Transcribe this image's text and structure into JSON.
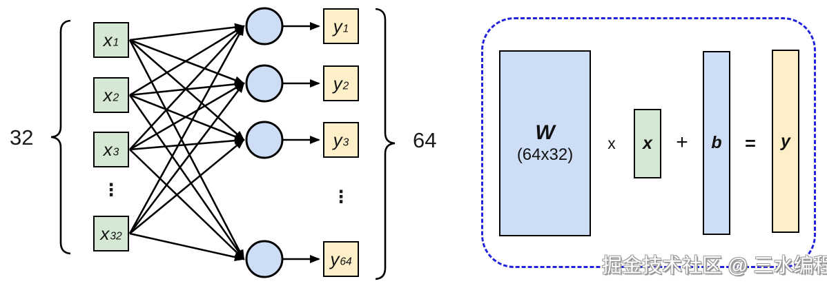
{
  "diagram": {
    "left_brace_label": "32",
    "right_brace_label": "64",
    "inputs": [
      {
        "base": "x",
        "sub": "1"
      },
      {
        "base": "x",
        "sub": "2"
      },
      {
        "base": "x",
        "sub": "3"
      },
      {
        "base": "x",
        "sub": "32"
      }
    ],
    "input_ellipsis": "⋮",
    "outputs": [
      {
        "base": "y",
        "sub": "1"
      },
      {
        "base": "y",
        "sub": "2"
      },
      {
        "base": "y",
        "sub": "3"
      },
      {
        "base": "y",
        "sub": "64"
      }
    ],
    "output_ellipsis": "⋮"
  },
  "equation": {
    "matrix_label": "W",
    "matrix_dims": "(64x32)",
    "multiply_sign": "x",
    "x_vector_label": "x",
    "plus_sign": "+",
    "b_vector_label": "b",
    "equals_sign": "=",
    "y_vector_label": "y"
  },
  "watermark": "掘金技术社区 @ 三水编程",
  "colors": {
    "input_fill": "#d5e8d4",
    "neuron_fill": "#cdddf5",
    "output_fill": "#fdf0c9",
    "dashed_border": "#2222dd"
  }
}
